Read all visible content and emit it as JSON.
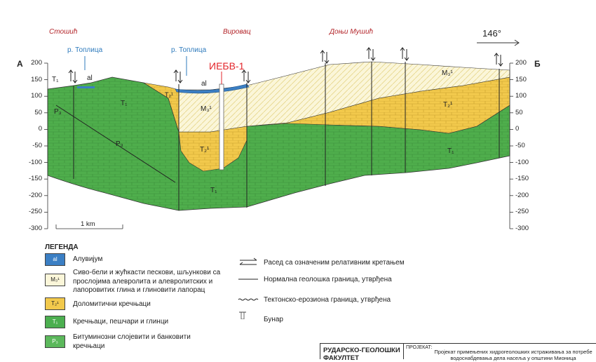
{
  "header": {
    "villages": [
      "Стошић",
      "Вировац",
      "Доњи Мушић"
    ],
    "rivers": [
      "р. Топлица",
      "р. Топлица"
    ],
    "well_label": "ИЕБВ-1",
    "orientation": "146°",
    "end_left": "А",
    "end_right": "Б"
  },
  "axis": {
    "ticks": [
      "200",
      "150",
      "100",
      "50",
      "0",
      "-50",
      "-100",
      "-150",
      "-200",
      "-250",
      "-300"
    ],
    "scale_label": "1 km"
  },
  "section_labels": [
    {
      "text": "T₁",
      "id": "t1-left-top"
    },
    {
      "text": "al",
      "id": "al-left"
    },
    {
      "text": "T₁",
      "id": "t1-mid-top"
    },
    {
      "text": "P₃",
      "id": "p3-left"
    },
    {
      "text": "P₃",
      "id": "p3-lower"
    },
    {
      "text": "T₂¹",
      "id": "t21-small"
    },
    {
      "text": "al",
      "id": "al-center"
    },
    {
      "text": "M₃¹",
      "id": "m31-center"
    },
    {
      "text": "T₂¹",
      "id": "t21-center"
    },
    {
      "text": "T₁",
      "id": "t1-bottom"
    },
    {
      "text": "M₃¹",
      "id": "m31-right"
    },
    {
      "text": "T₂¹",
      "id": "t21-right"
    },
    {
      "text": "T₁",
      "id": "t1-right"
    }
  ],
  "legend": {
    "title": "ЛЕГЕНДА",
    "units": [
      {
        "code": "al",
        "text": "Алувијум",
        "color": "#3b7fc4"
      },
      {
        "code": "M₃¹",
        "text": "Сиво-бели и жућкасти пескови, шљункови са прослојима алевролита и алевролитских и лапоровитих глина и глиновити лапорац",
        "color": "#fbf6d9"
      },
      {
        "code": "T₂¹",
        "text": "Доломитични кречњаци",
        "color": "#f2c94c"
      },
      {
        "code": "T₁",
        "text": "Кречњаци, пешчари и глинци",
        "color": "#4caf50"
      },
      {
        "code": "P₃",
        "text": "Битуминозни слојевити и банковити кречњаци",
        "color": "#5cb85c"
      }
    ],
    "symbols": [
      {
        "text": "Расед са означеним релативним кретањем"
      },
      {
        "text": "Нормална геолошка граница, утврђена"
      },
      {
        "text": "Тектонско-ерозиона граница, утврђена"
      },
      {
        "text": "Бунар"
      }
    ]
  },
  "titleblock": {
    "org": "РУДАРСКО-ГЕОЛОШКИ ФАКУЛТЕТ",
    "project_label": "ПРОЈЕКАТ:",
    "project_text": "Пројекат примењених хидрогеолошких истраживања за потребе водоснабдевања дела насеља у општини Мионица"
  },
  "colors": {
    "green": "#4caf50",
    "yellow": "#f2c94c",
    "cream": "#fbf6d9",
    "blue": "#3b7fc4"
  }
}
